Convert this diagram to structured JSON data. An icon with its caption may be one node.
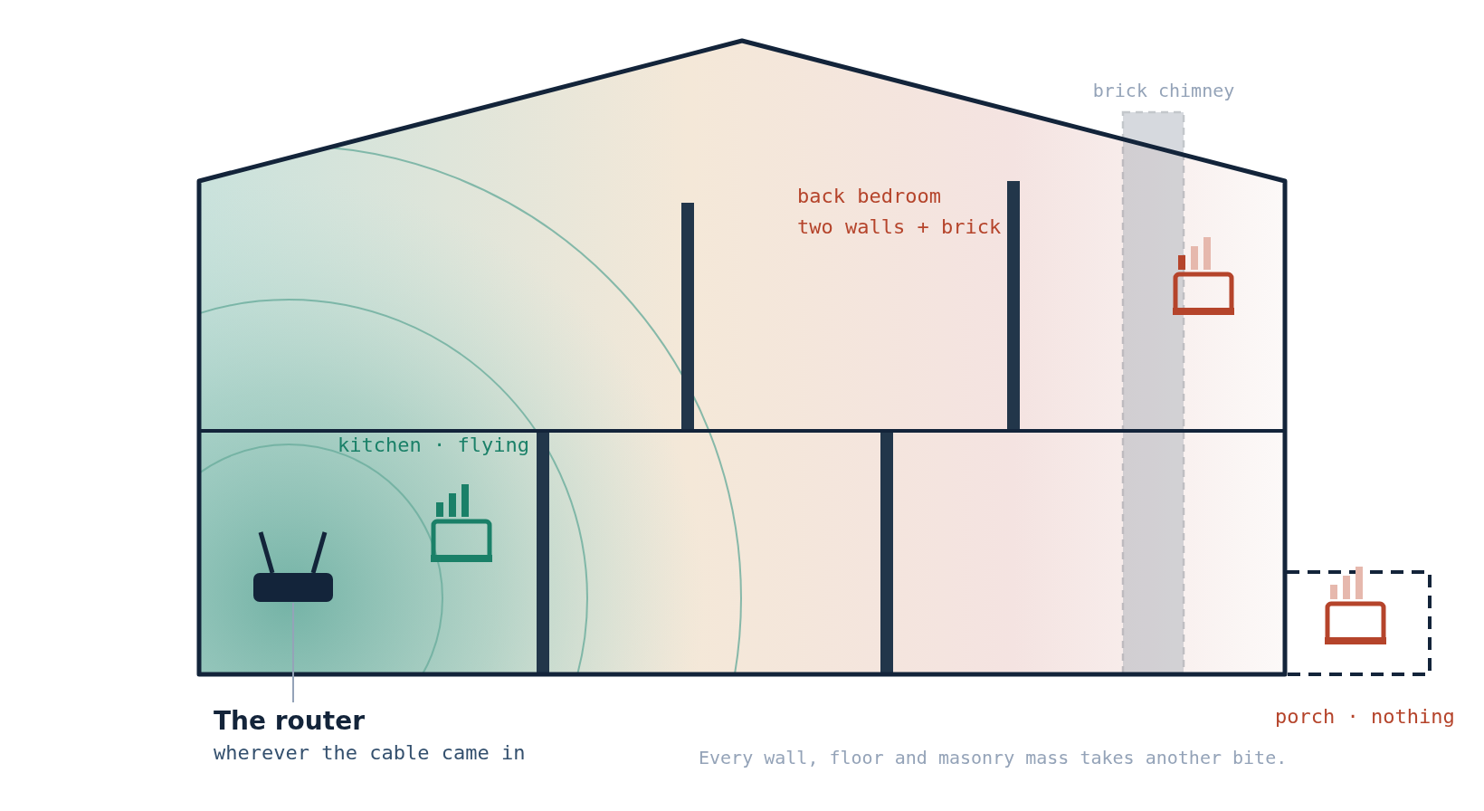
{
  "diagram": {
    "caption": "Every wall, floor and masonry mass takes another bite.",
    "nodes": [
      {
        "text": [
          "The router",
          "wherever the cable came in"
        ]
      },
      {
        "text": [],
        "shape": "picture"
      }
    ],
    "edges": [
      {
        "from": 0,
        "to": 1,
        "arrow": "none"
      }
    ],
    "labels": [
      "brick chimney",
      "back bedroom",
      "two walls + brick",
      "kitchen · flying",
      "porch · nothing"
    ]
  }
}
